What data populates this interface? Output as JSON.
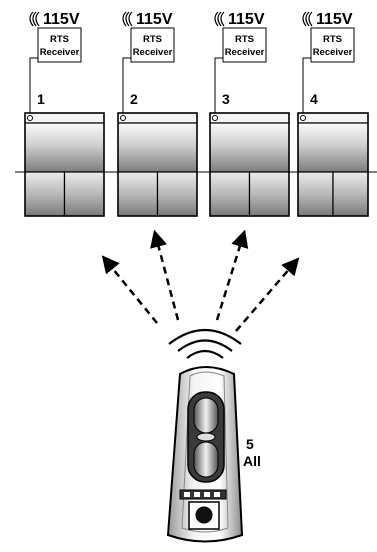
{
  "units": [
    {
      "voltage": "115V",
      "receiver_line1": "RTS",
      "receiver_line2": "Receiver",
      "number": "1"
    },
    {
      "voltage": "115V",
      "receiver_line1": "RTS",
      "receiver_line2": "Receiver",
      "number": "2"
    },
    {
      "voltage": "115V",
      "receiver_line1": "RTS",
      "receiver_line2": "Receiver",
      "number": "3"
    },
    {
      "voltage": "115V",
      "receiver_line1": "RTS",
      "receiver_line2": "Receiver",
      "number": "4"
    }
  ],
  "remote": {
    "channel": "5",
    "label": "All"
  },
  "icons": {
    "power": "power-wave-icon",
    "signal": "signal-wave-icon",
    "arrow": "dashed-arrow-icon"
  },
  "colors": {
    "line": "#000000",
    "shade_light": "#f2f2f2",
    "shade_dark": "#7a7a7a",
    "background": "#ffffff"
  }
}
